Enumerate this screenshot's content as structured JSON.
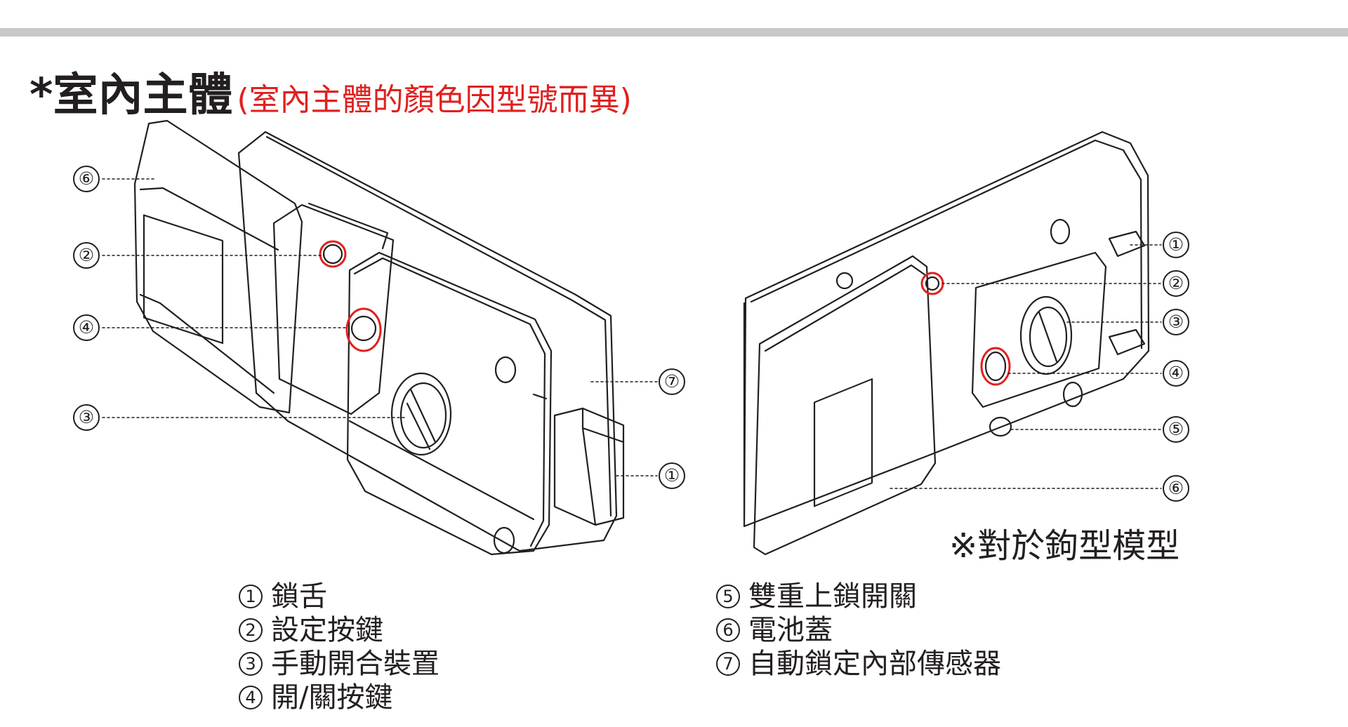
{
  "header": {
    "title": "*室內主體",
    "subtitle": "(室內主體的顏色因型號而異)"
  },
  "left_callouts": [
    "⑥",
    "②",
    "④",
    "③"
  ],
  "left_right_callouts": [
    "⑦",
    "①"
  ],
  "right_callouts": [
    "①",
    "②",
    "③",
    "④",
    "⑤",
    "⑥"
  ],
  "model_note": "※對於鉤型模型",
  "legend_left": [
    {
      "num": "1",
      "label": "鎖舌"
    },
    {
      "num": "2",
      "label": "設定按鍵"
    },
    {
      "num": "3",
      "label": "手動開合裝置"
    },
    {
      "num": "4",
      "label": "開/關按鍵"
    }
  ],
  "legend_right": [
    {
      "num": "5",
      "label": "雙重上鎖開關"
    },
    {
      "num": "6",
      "label": "電池蓋"
    },
    {
      "num": "7",
      "label": "自動鎖定內部傳感器"
    }
  ],
  "colors": {
    "accent": "#e0201f",
    "divider": "#c8c8c8",
    "ink": "#231f20"
  }
}
